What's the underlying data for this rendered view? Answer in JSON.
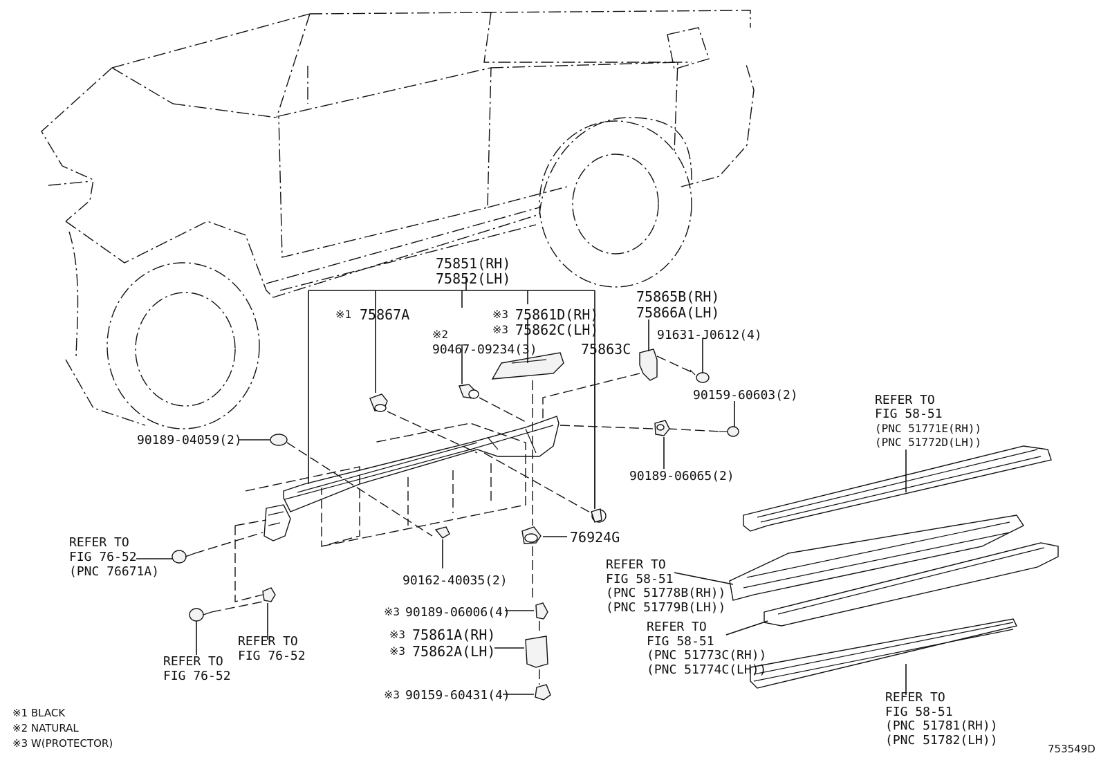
{
  "callouts": {
    "moulding_rh": "75851(RH)",
    "moulding_lh": "75852(LH)",
    "plate_note": "※1",
    "plate": "75867A",
    "clip_note": "※2",
    "clip": "90467-09234(3)",
    "prot_rh_note": "※3",
    "prot_rh": "75861D(RH)",
    "prot_lh_note": "※3",
    "prot_lh": "75862C(LH)",
    "piece_c": "75863C",
    "brk_rh": "75865B(RH)",
    "brk_lh": "75866A(LH)",
    "nut": "91631-J0612(4)",
    "bolt": "90159-60603(2)",
    "clip_04059": "90189-04059(2)",
    "clip_06065": "90189-06065(2)",
    "screw_40035": "90162-40035(2)",
    "clip_76924": "76924G",
    "clip_06006_note": "※3",
    "clip_06006": "90189-06006(4)",
    "prot_a_rh_note": "※3",
    "prot_a_rh": "75861A(RH)",
    "prot_a_lh_note": "※3",
    "prot_a_lh": "75862A(LH)",
    "bolt_60431_note": "※3",
    "bolt_60431": "90159-60431(4)"
  },
  "refs": {
    "ref_76671": {
      "l1": "REFER TO",
      "l2": "FIG 76-52",
      "l3": "(PNC 76671A)"
    },
    "ref_7652_a": {
      "l1": "REFER TO",
      "l2": "FIG 76-52"
    },
    "ref_7652_b": {
      "l1": "REFER TO",
      "l2": "FIG 76-52"
    },
    "ref_51771": {
      "l1": "REFER TO",
      "l2": "FIG 58-51",
      "l3": "(PNC 51771E(RH))",
      "l4": "(PNC 51772D(LH))"
    },
    "ref_51778": {
      "l1": "REFER TO",
      "l2": "FIG 58-51",
      "l3": "(PNC 51778B(RH))",
      "l4": "(PNC 51779B(LH))"
    },
    "ref_51773": {
      "l1": "REFER TO",
      "l2": "FIG 58-51",
      "l3": "(PNC 51773C(RH))",
      "l4": "(PNC 51774C(LH))"
    },
    "ref_51781": {
      "l1": "REFER TO",
      "l2": "FIG 58-51",
      "l3": "(PNC 51781(RH))",
      "l4": "(PNC 51782(LH))"
    }
  },
  "legend": {
    "item1": "※1 BLACK",
    "item2": "※2 NATURAL",
    "item3": "※3 W(PROTECTOR)"
  },
  "figure_id": "753549D"
}
